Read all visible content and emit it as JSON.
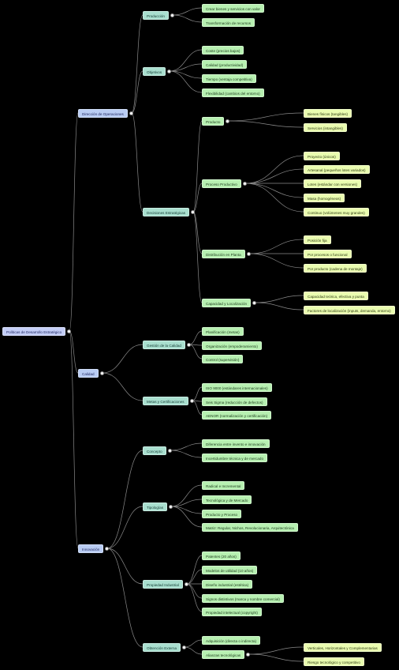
{
  "mindmap": {
    "root": "Políticas de Desarrollo Estratégico",
    "branches": {
      "operaciones": {
        "label": "Dirección de Operaciones",
        "produccion": {
          "label": "Producción",
          "items": [
            "Crear bienes y servicios con valor",
            "Transformación de recursos"
          ]
        },
        "objetivos": {
          "label": "Objetivos",
          "items": [
            "Coste (precios bajos)",
            "Calidad (productividad)",
            "Tiempo (ventaja competitiva)",
            "Flexibilidad (cambios del entorno)"
          ]
        },
        "decisiones": {
          "label": "Decisiones Estratégicas",
          "producto": {
            "label": "Producto",
            "items": [
              "Bienes físicos (tangibles)",
              "Servicios (intangibles)"
            ]
          },
          "proceso": {
            "label": "Proceso Productivo",
            "items": [
              "Proyecto (únicos)",
              "Artesanal (pequeños lotes variados)",
              "Lotes (estándar con versiones)",
              "Masa (homogéneos)",
              "Continuo (volúmenes muy grandes)"
            ]
          },
          "distribucion": {
            "label": "Distribución en Planta",
            "items": [
              "Posición fija",
              "Por procesos o funcional",
              "Por producto (cadena de montaje)"
            ]
          },
          "capacidad": {
            "label": "Capacidad y Localización",
            "items": [
              "Capacidad teórica, efectiva y punta",
              "Factores de localización (inputs, demanda, entorno)"
            ]
          }
        }
      },
      "calidad": {
        "label": "Calidad",
        "gestion": {
          "label": "Gestión de la Calidad",
          "items": [
            "Planificación (metas)",
            "Organización (empoderamiento)",
            "Control (supervisión)"
          ]
        },
        "metas": {
          "label": "Metas y Certificaciones",
          "items": [
            "ISO 9000 (estándares internacionales)",
            "Seis Sigma (reducción de defectos)",
            "AENOR (normalización y certificación)"
          ]
        }
      },
      "innovacion": {
        "label": "Innovación",
        "concepto": {
          "label": "Concepto",
          "items": [
            "Diferencia entre invento e innovación",
            "Incertidumbre técnica y de mercado"
          ]
        },
        "tipologias": {
          "label": "Tipologías",
          "items": [
            "Radical e Incremental",
            "Tecnológica y de Mercado",
            "Producto y Proceso",
            "Matriz: Regular, Nichos, Revolucionaria, Arquitectónica"
          ]
        },
        "propiedad": {
          "label": "Propiedad Industrial",
          "items": [
            "Patentes (20 años)",
            "Modelos de utilidad (10 años)",
            "Diseño industrial (estética)",
            "Signos distintivos (marca y nombre comercial)",
            "Propiedad intelectual (copyright)"
          ]
        },
        "obtencion": {
          "label": "Obtención Externa",
          "items": [
            "Adquisición (directa o indirecta)",
            "Alianzas tecnológicas"
          ],
          "alianzas": [
            "Verticales, Horizontales y Complementarias",
            "Riesgo tecnológico y competitivo"
          ]
        }
      }
    }
  },
  "colors": {
    "edge": "#8a8a8a",
    "knob": "#ffffff"
  }
}
